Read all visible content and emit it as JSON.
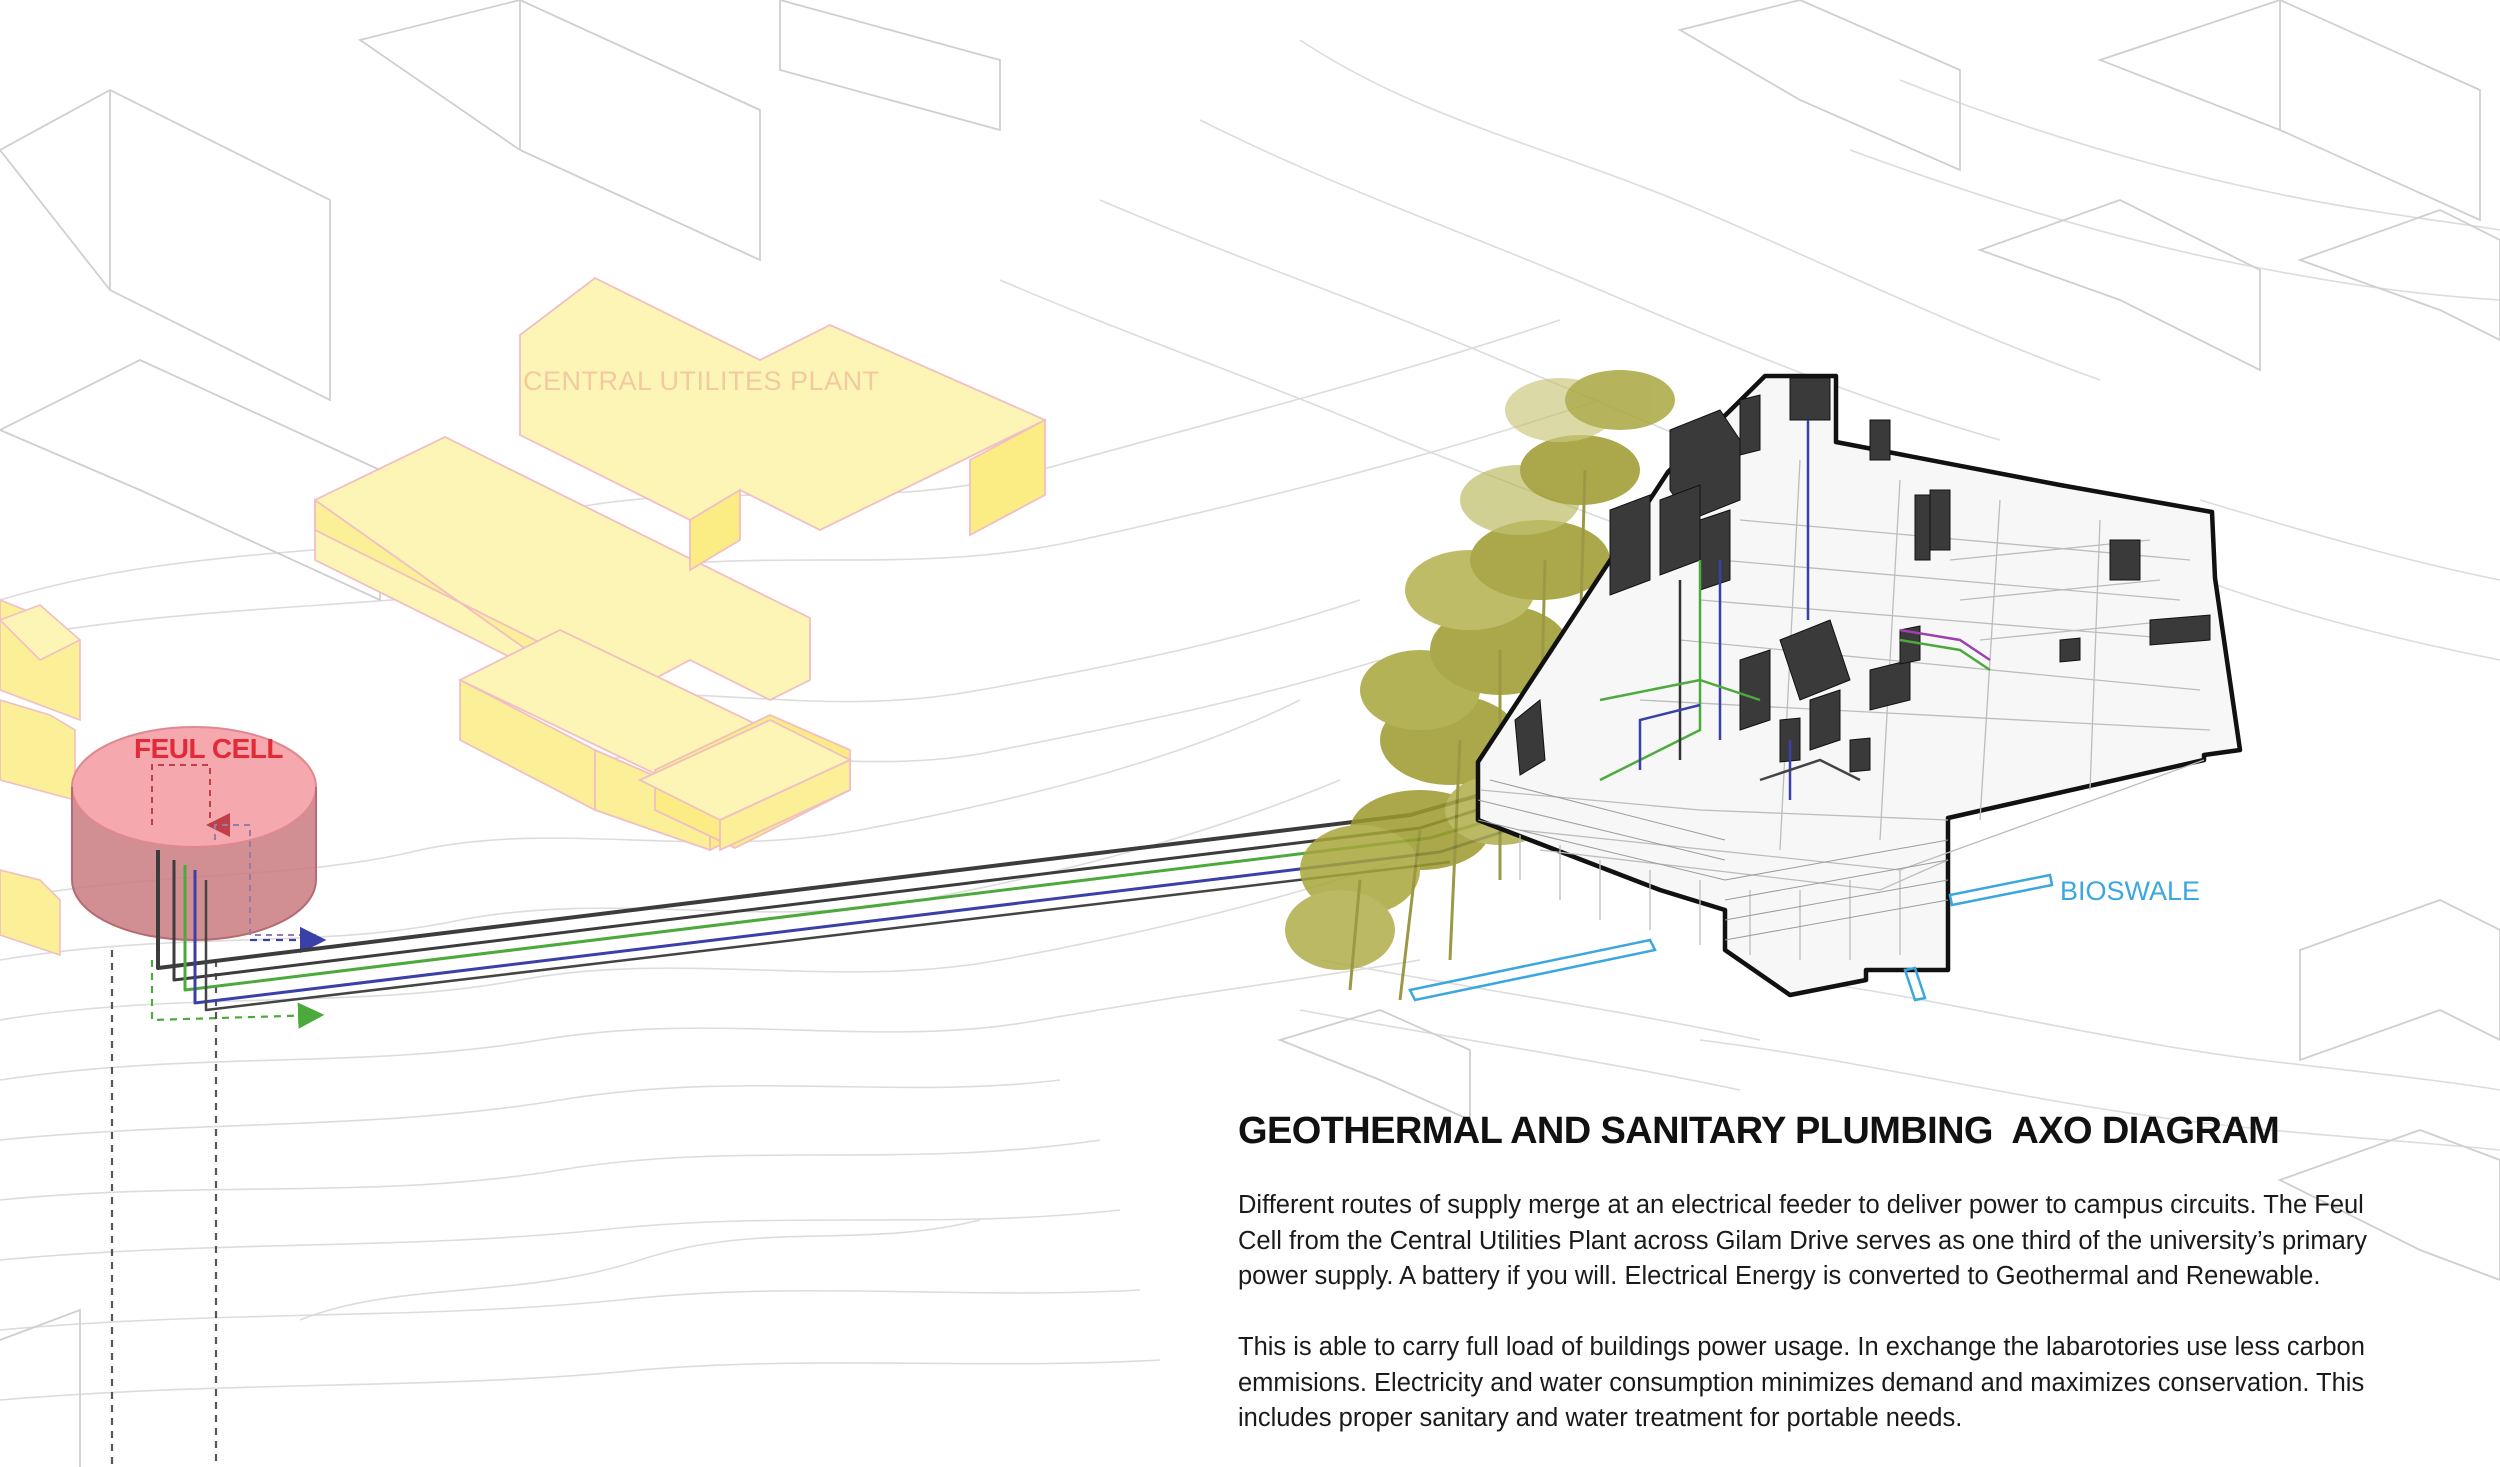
{
  "diagram": {
    "title": "GEOTHERMAL AND SANITARY PLUMBING  AXO DIAGRAM",
    "labels": {
      "central_plant": "CENTRAL UTILITES PLANT",
      "fuel_cell": "FEUL CELL",
      "bioswale": "BIOSWALE"
    },
    "paragraphs": [
      "Different routes of supply merge at an electrical feeder to deliver power to campus circuits. The Feul\nCell from the Central Utilities Plant across Gilam Drive serves as one third of the university’s primary\npower supply. A battery if you will. Electrical Energy is converted to Geothermal and Renewable.",
      "This is able to carry full load of buildings power usage. In exchange the labarotories use less carbon\nemmisions. Electricity and water consumption minimizes demand and maximizes conservation. This\nincludes proper sanitary and water treatment for portable needs."
    ],
    "colors": {
      "plant_fill": "#fdf3a4",
      "plant_edge": "#f0bfc4",
      "fuel_cell_fill": "#f4a2a9",
      "fuel_cell_side": "#c97a80",
      "pipe_dark": "#444444",
      "pipe_green": "#4caa3c",
      "pipe_blue": "#3b3fa8",
      "bioswale": "#3aa7e0",
      "trees": "#9c9a2c",
      "contours": "#d6d6d6"
    }
  }
}
